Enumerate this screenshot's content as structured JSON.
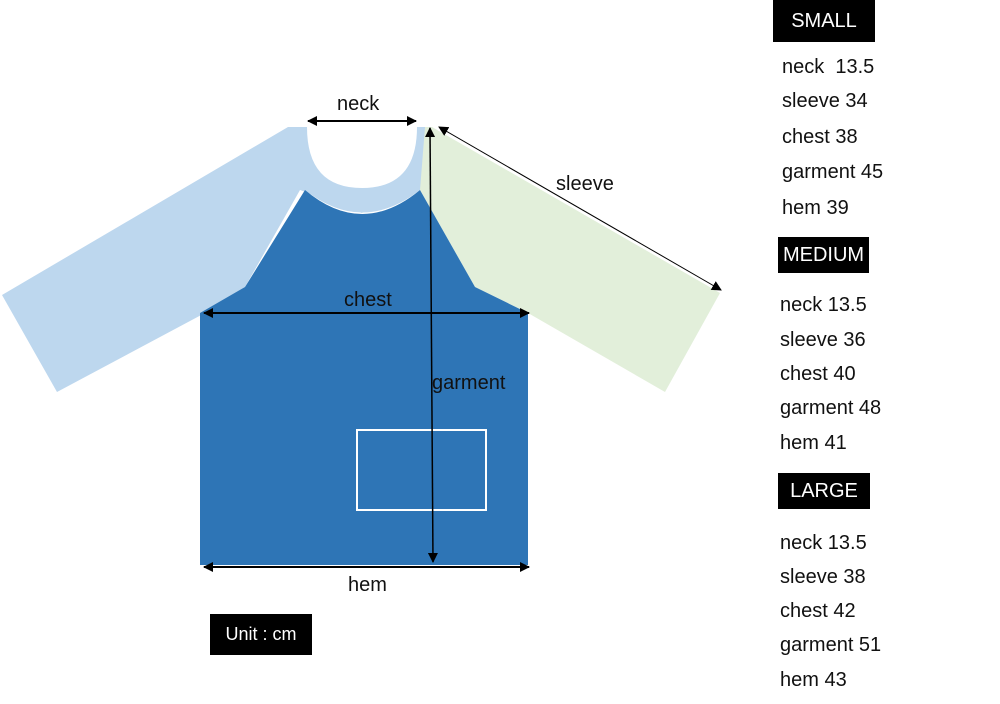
{
  "colors": {
    "body": "#2E75B6",
    "left_sleeve": "#BDD7EE",
    "right_sleeve": "#E2EFDA",
    "label_box": "#000000"
  },
  "diagram": {
    "labels": {
      "neck": "neck",
      "sleeve": "sleeve",
      "chest": "chest",
      "garment": "garment",
      "hem": "hem"
    },
    "unit": "Unit : cm"
  },
  "sizes": [
    {
      "name": "SMALL",
      "rows": [
        "neck  13.5",
        "sleeve 34",
        "chest 38",
        "garment 45",
        "hem 39"
      ]
    },
    {
      "name": "MEDIUM",
      "rows": [
        "neck 13.5",
        "sleeve 36",
        "chest 40",
        "garment 48",
        "hem 41"
      ]
    },
    {
      "name": "LARGE",
      "rows": [
        "neck 13.5",
        "sleeve 38",
        "chest 42",
        "garment 51",
        "hem 43"
      ]
    }
  ]
}
